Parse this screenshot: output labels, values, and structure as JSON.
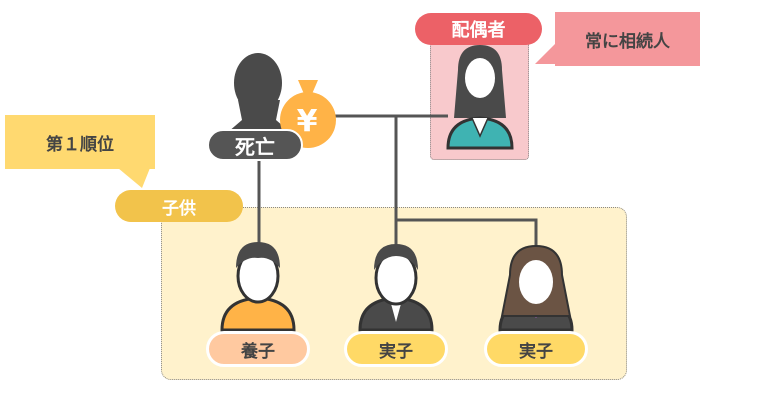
{
  "colors": {
    "spouse": "#ec6167",
    "spouse_box": "#f8c9cc",
    "callout_pink": "#f4979b",
    "rank_callout": "#ffd970",
    "children_label": "#f2c34b",
    "children_box": "#fff2cc",
    "deceased": "#555555",
    "money_bag": "#ffb347",
    "adopted": "#ffc9a0",
    "biological": "#ffd966",
    "line": "#555555"
  },
  "spouse": {
    "label": "配偶者",
    "callout": "常に相続人"
  },
  "deceased": {
    "label": "死亡",
    "money_symbol": "¥"
  },
  "rank": {
    "callout": "第１順位"
  },
  "children": {
    "label": "子供",
    "items": [
      {
        "label": "養子",
        "type": "adopted"
      },
      {
        "label": "実子",
        "type": "biological-son"
      },
      {
        "label": "実子",
        "type": "biological-daughter"
      }
    ]
  }
}
